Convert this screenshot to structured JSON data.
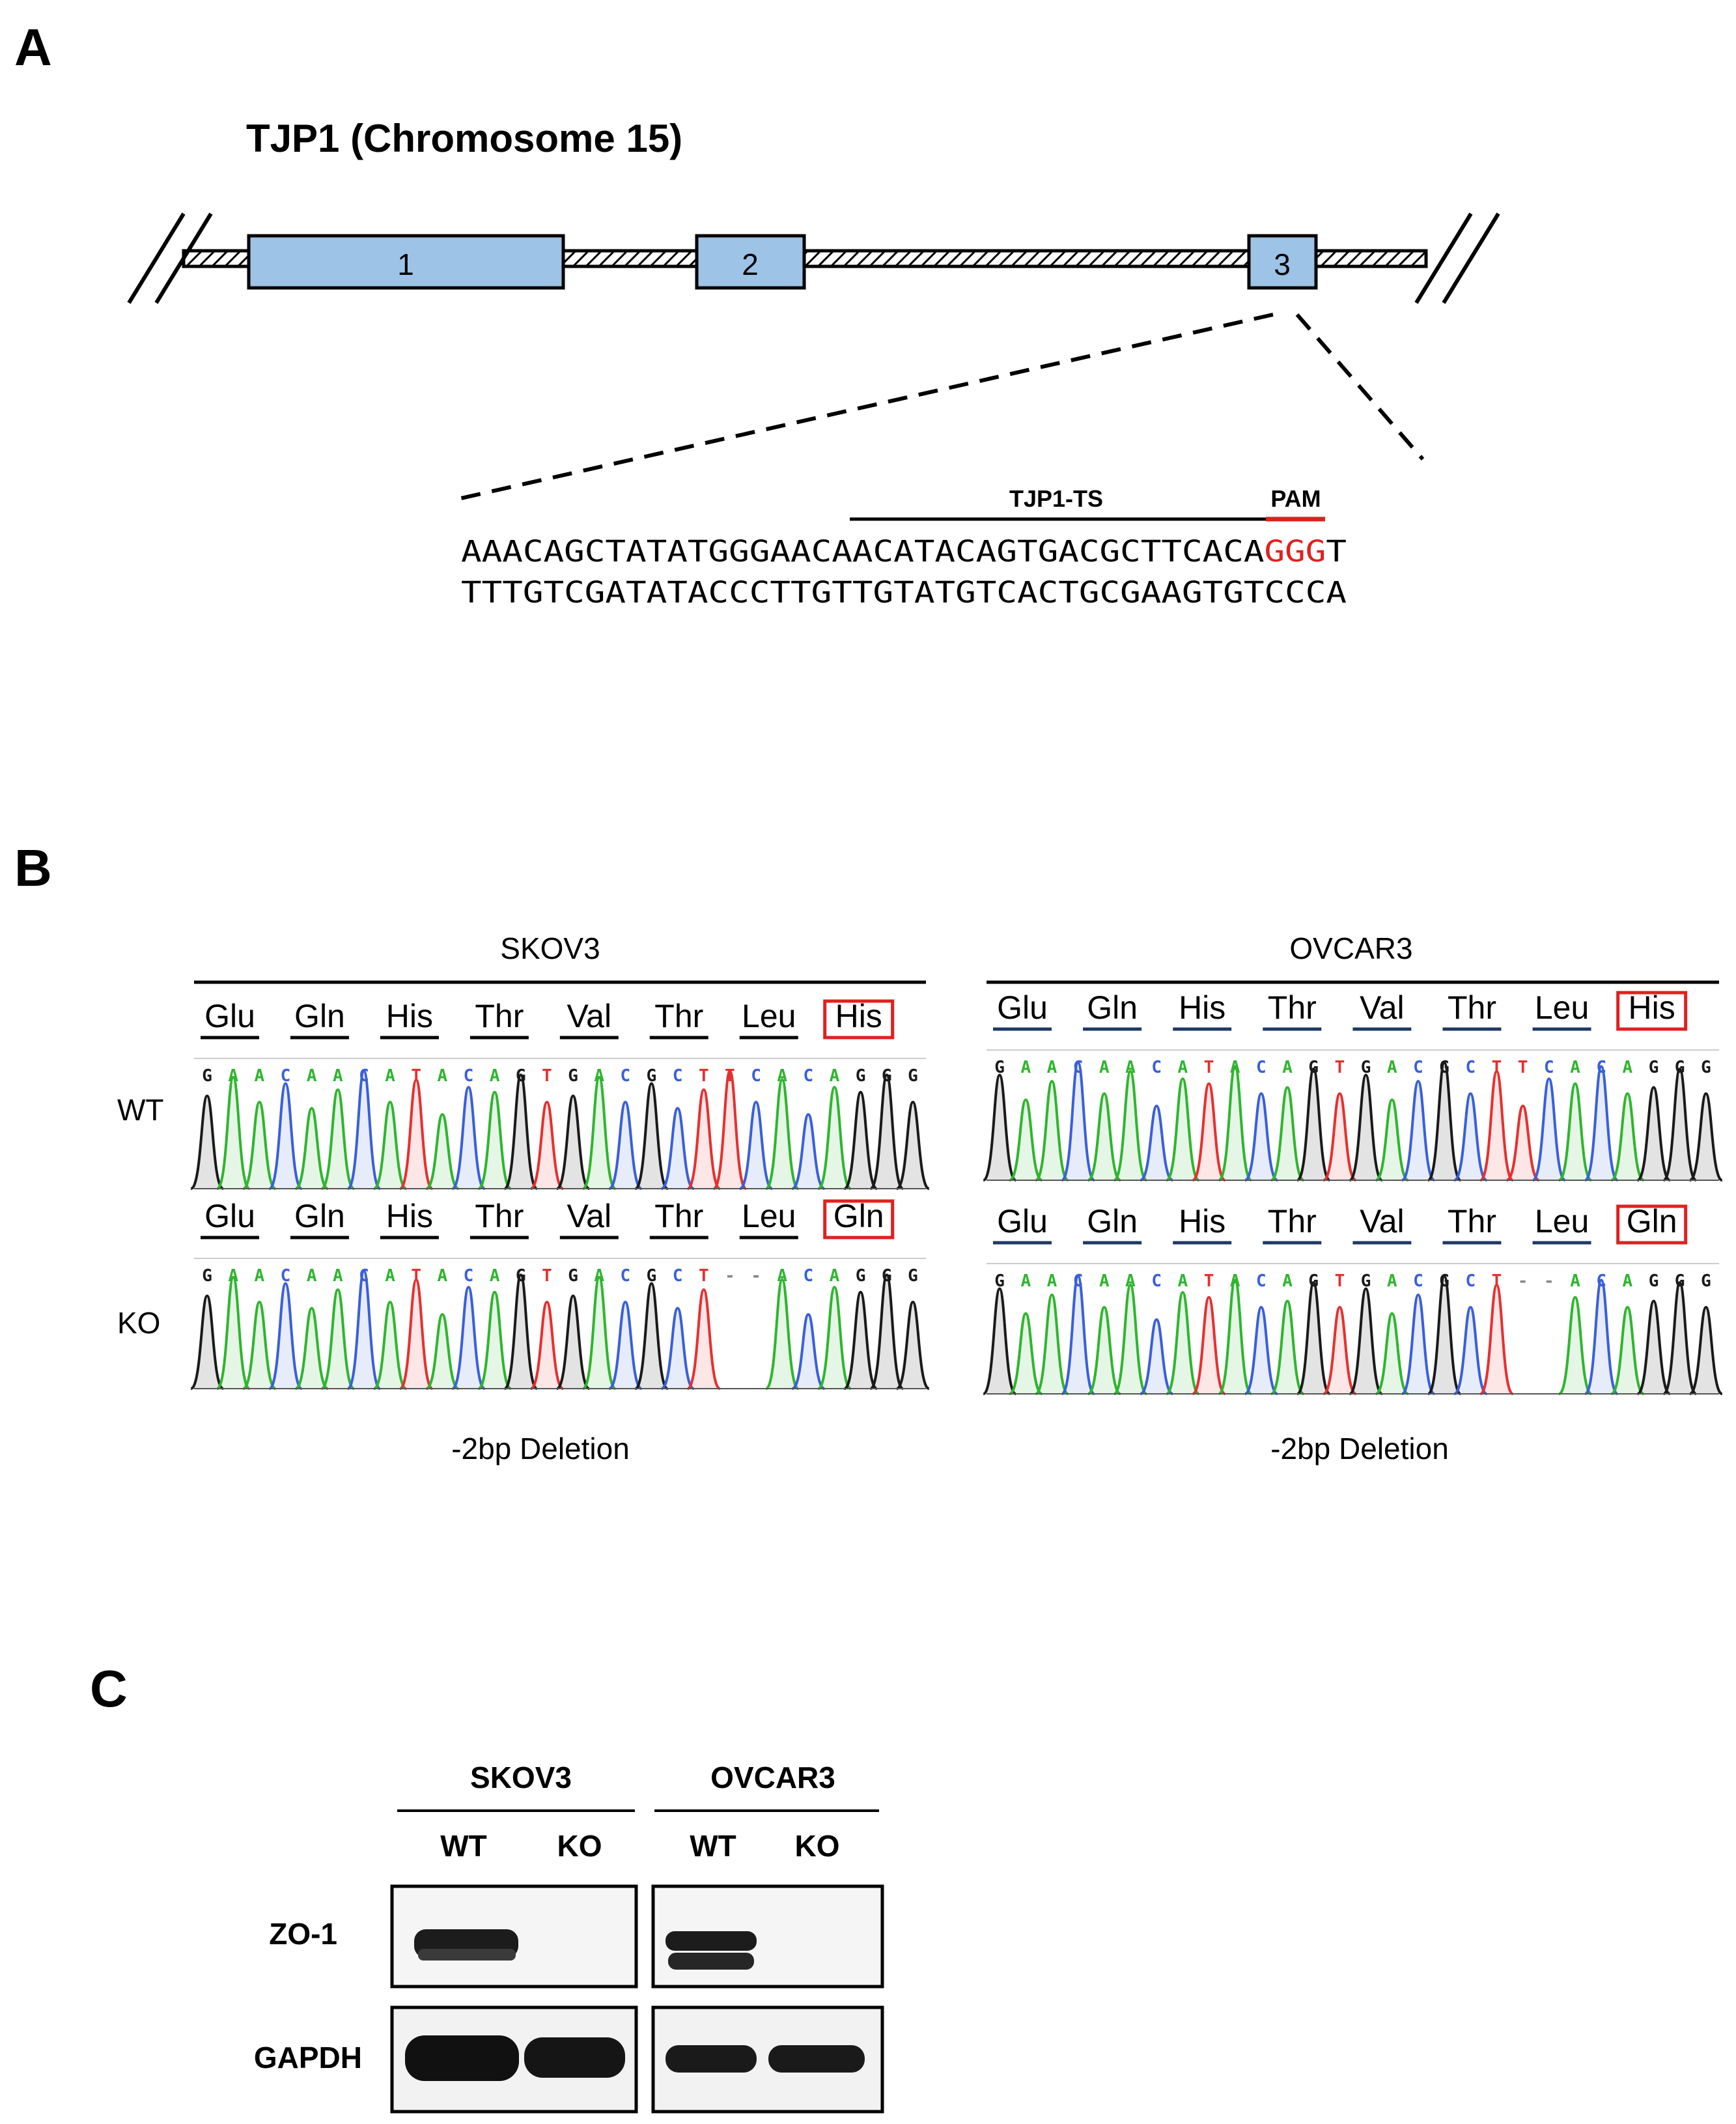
{
  "panels": {
    "A": {
      "label": "A",
      "gene_title": "TJP1 (Chromosome 15)",
      "exons": [
        "1",
        "2",
        "3"
      ],
      "target_label": "TJP1-TS",
      "pam_label": "PAM",
      "top_strand_main": "AAACAGCTATATGGGAACAACATACAGTGACGCTTCACA",
      "top_strand_pam": "GGG",
      "top_strand_tail": "T",
      "bottom_strand": "TTTGTCGATATACCCTTGTTGTATGTCACTGCGAAGTGTCCCA"
    },
    "B": {
      "label": "B",
      "row_labels": [
        "WT",
        "KO"
      ],
      "lines": [
        {
          "name": "SKOV3",
          "wt_codons": [
            "Glu",
            "Gln",
            "His",
            "Thr",
            "Val",
            "Thr",
            "Leu",
            "His"
          ],
          "ko_codons": [
            "Glu",
            "Gln",
            "His",
            "Thr",
            "Val",
            "Thr",
            "Leu",
            "Gln"
          ],
          "wt_bases": "GAACAACATACAGTGACGCTTCACAGGG",
          "ko_bases": "GAACAACATACAGTGACGCT--ACAGGG",
          "caption": "-2bp Deletion"
        },
        {
          "name": "OVCAR3",
          "wt_codons": [
            "Glu",
            "Gln",
            "His",
            "Thr",
            "Val",
            "Thr",
            "Leu",
            "His"
          ],
          "ko_codons": [
            "Glu",
            "Gln",
            "His",
            "Thr",
            "Val",
            "Thr",
            "Leu",
            "Gln"
          ],
          "wt_bases": "GAACAACATACAGTGACGCTTCACAGGG",
          "ko_bases": "GAACAACATACAGTGACGCT--ACAGGG",
          "caption": "-2bp Deletion"
        }
      ],
      "base_colors": {
        "A": "#2fb52f",
        "C": "#3a5fd9",
        "G": "#1a1a1a",
        "T": "#e53030"
      }
    },
    "C": {
      "label": "C",
      "cell_lines": [
        "SKOV3",
        "OVCAR3"
      ],
      "lanes": [
        "WT",
        "KO",
        "WT",
        "KO"
      ],
      "proteins": [
        "ZO-1",
        "GAPDH"
      ]
    }
  },
  "colors": {
    "exon_fill": "#9dc3e6",
    "highlight_red": "#e02020",
    "ko_codon_underline": "#1f3864"
  }
}
